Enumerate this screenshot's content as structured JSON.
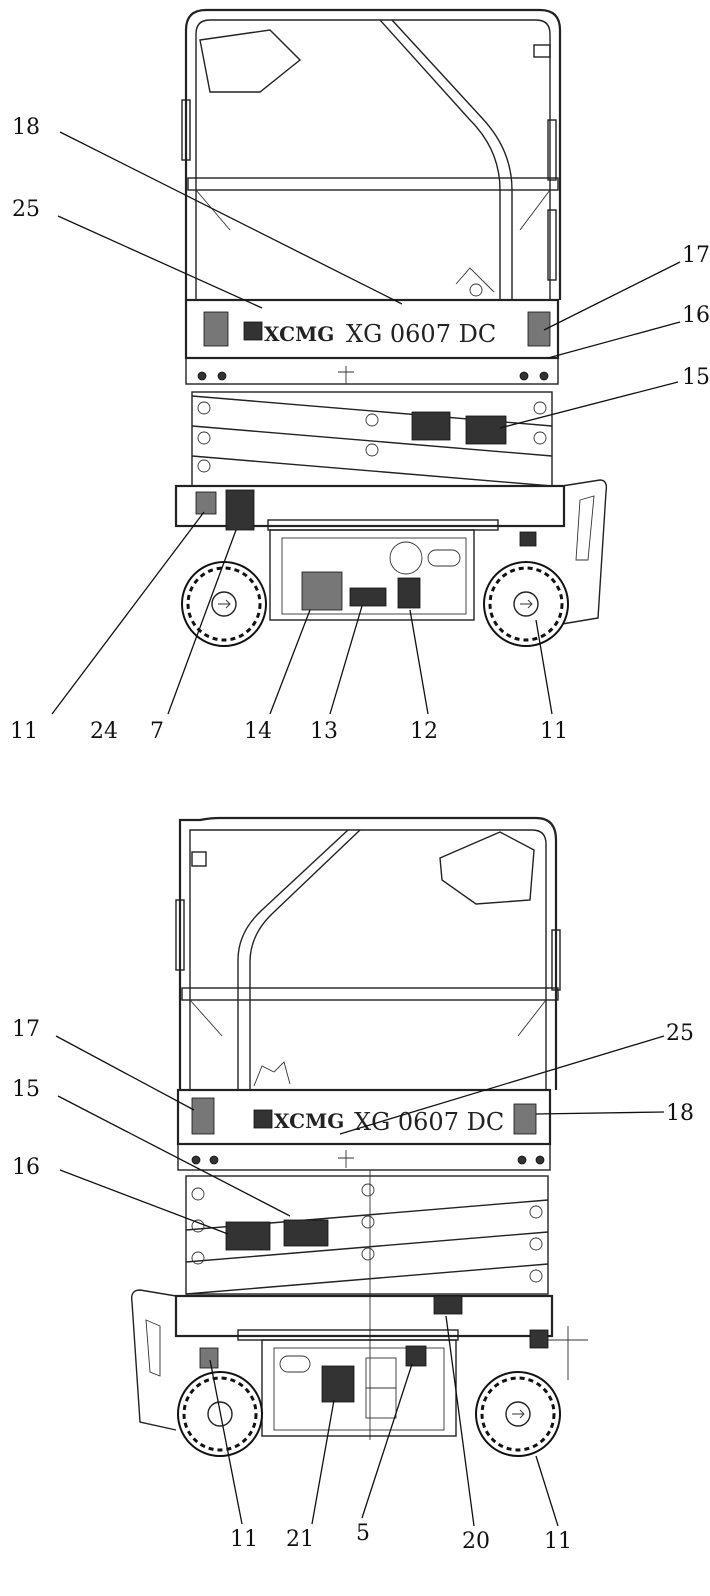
{
  "front_view": {
    "branding": {
      "logo": "XCMG",
      "model": "XG  0607 DC"
    },
    "callouts": [
      {
        "id": "c18",
        "text": "18"
      },
      {
        "id": "c25",
        "text": "25"
      },
      {
        "id": "c17",
        "text": "17"
      },
      {
        "id": "c16",
        "text": "16"
      },
      {
        "id": "c15",
        "text": "15"
      },
      {
        "id": "c11a",
        "text": "11"
      },
      {
        "id": "c24",
        "text": "24"
      },
      {
        "id": "c7",
        "text": "7"
      },
      {
        "id": "c14",
        "text": "14"
      },
      {
        "id": "c13",
        "text": "13"
      },
      {
        "id": "c12",
        "text": "12"
      },
      {
        "id": "c11b",
        "text": "11"
      }
    ]
  },
  "rear_view": {
    "branding": {
      "logo": "XCMG",
      "model": "XG  0607 DC"
    },
    "callouts": [
      {
        "id": "r17",
        "text": "17"
      },
      {
        "id": "r25",
        "text": "25"
      },
      {
        "id": "r15",
        "text": "15"
      },
      {
        "id": "r18",
        "text": "18"
      },
      {
        "id": "r16",
        "text": "16"
      },
      {
        "id": "r11a",
        "text": "11"
      },
      {
        "id": "r21",
        "text": "21"
      },
      {
        "id": "r5",
        "text": "5"
      },
      {
        "id": "r20",
        "text": "20"
      },
      {
        "id": "r11b",
        "text": "11"
      }
    ]
  }
}
